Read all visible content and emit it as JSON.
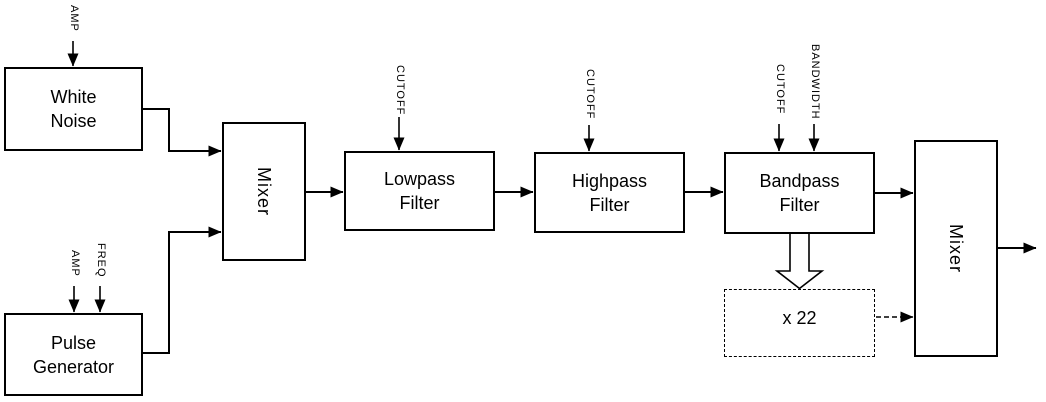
{
  "diagram": {
    "colors": {
      "background": "#ffffff",
      "stroke": "#000000",
      "text": "#000000"
    },
    "nodes": {
      "white_noise": {
        "line1": "White",
        "line2": "Noise"
      },
      "pulse_generator": {
        "line1": "Pulse",
        "line2": "Generator"
      },
      "mixer_1": {
        "label": "Mixer"
      },
      "lowpass_filter": {
        "line1": "Lowpass",
        "line2": "Filter"
      },
      "highpass_filter": {
        "line1": "Highpass",
        "line2": "Filter"
      },
      "bandpass_filter": {
        "line1": "Bandpass",
        "line2": "Filter"
      },
      "multiplier": {
        "label": "x 22"
      },
      "mixer_2": {
        "label": "Mixer"
      }
    },
    "control_inputs": {
      "white_noise_amp": "AMP",
      "pulse_amp": "AMP",
      "pulse_freq": "FREQ",
      "lowpass_cutoff": "CUTOFF",
      "highpass_cutoff": "CUTOFF",
      "bandpass_cutoff": "CUTOFF",
      "bandpass_bandwidth": "BANDWIDTH"
    }
  }
}
